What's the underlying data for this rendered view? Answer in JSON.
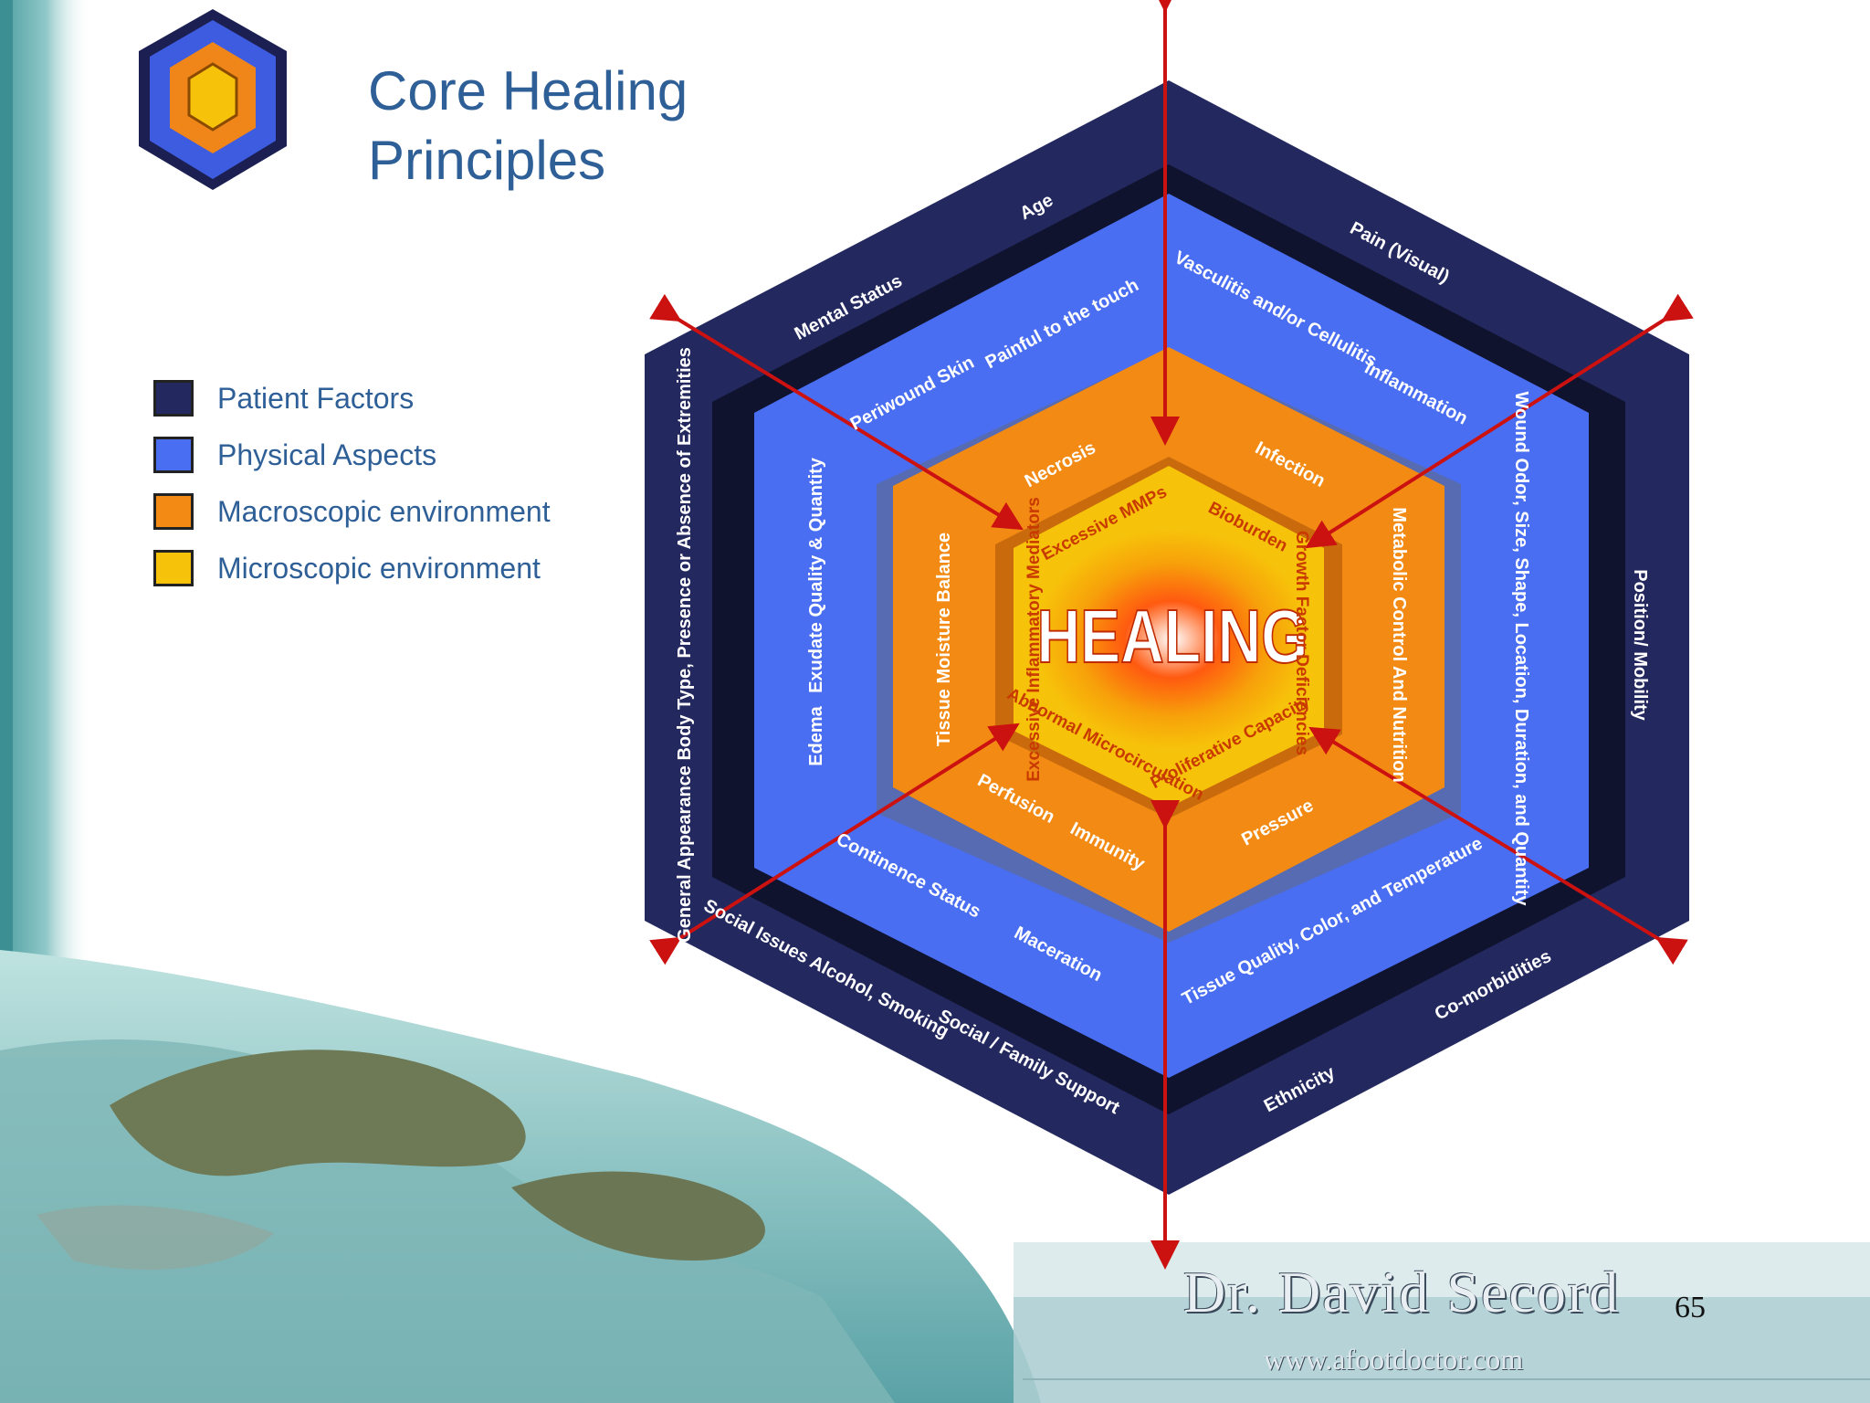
{
  "title_line1": "Core Healing",
  "title_line2": "Principles",
  "legend": [
    {
      "label": "Patient Factors",
      "color": "#23285e"
    },
    {
      "label": "Physical Aspects",
      "color": "#4a6ef2"
    },
    {
      "label": "Macroscopic environment",
      "color": "#f28a14"
    },
    {
      "label": "Microscopic environment",
      "color": "#f7c20a"
    }
  ],
  "center_label": "HEALING",
  "micro_labels": {
    "mmps": "Excessive MMPs",
    "bioburden": "Bioburden",
    "growth": "Growth Factor Deficiencies",
    "proliferative": "Proliferative Capacity",
    "microcirculation": "Abnormal Microcirculation",
    "inflammatory": "Excessive Inflammatory Mediators"
  },
  "macro_labels": {
    "necrosis": "Necrosis",
    "infection": "Infection",
    "metabolic": "Metabolic Control And Nutrition",
    "pressure": "Pressure",
    "perfusion": "Perfusion",
    "immunity": "Immunity",
    "moisture": "Tissue Moisture Balance"
  },
  "physical_labels": {
    "painful": "Painful to the touch",
    "periwound": "Periwound Skin",
    "vasculitis": "Vasculitis and/or Cellulitis",
    "inflammation": "Inflammation",
    "wound": "Wound Odor, Size, Shape, Location, Duration, and Quantity",
    "tissue": "Tissue Quality, Color, and Temperature",
    "maceration": "Maceration",
    "continence": "Continence Status",
    "edema": "Edema",
    "exudate": "Exudate Quality & Quantity"
  },
  "patient_labels": {
    "age": "Age",
    "mental": "Mental Status",
    "pain": "Pain (Visual)",
    "position": "Position/ Mobility",
    "comorbidities": "Co-morbidities",
    "ethnicity": "Ethnicity",
    "social_family": "Social / Family Support",
    "social_issues": "Social Issues Alcohol, Smoking",
    "general": "General Appearance Body Type, Presence or Absence of Extremities"
  },
  "page_number": "65",
  "signature_name": "Dr. David Secord",
  "signature_url": "www.afootdoctor.com",
  "colors": {
    "patient_outer": "#23285e",
    "patient_shadow": "#10132e",
    "physical": "#4a6ef2",
    "macro": "#f28a14",
    "micro": "#f7c20a",
    "arrow": "#cc1111",
    "title": "#2e5f97"
  }
}
